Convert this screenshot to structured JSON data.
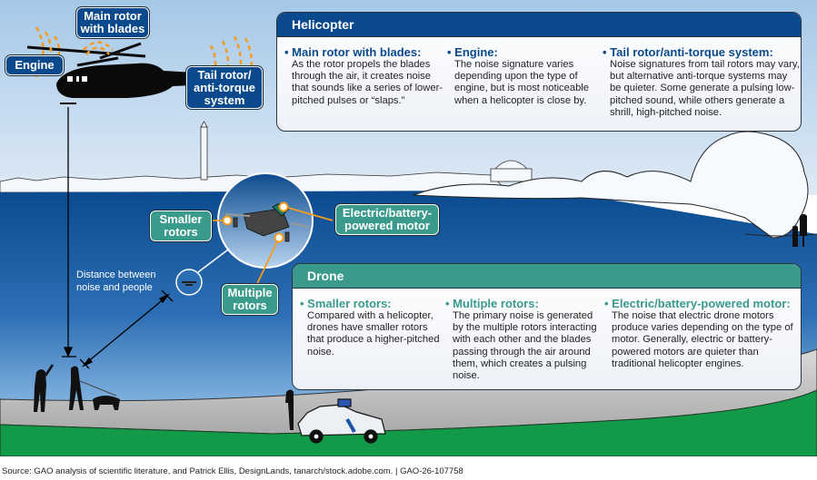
{
  "colors": {
    "helicopter_accent": "#0a4a8c",
    "drone_accent": "#3a9a8c",
    "noise_wave": "#f39c1f",
    "sky_top": "#a9cbea",
    "water": "#0d4f92",
    "ground": "#139a48",
    "path": "#bdbdbd"
  },
  "callouts": {
    "main_rotor": "Main rotor with blades",
    "engine": "Engine",
    "tail_rotor": "Tail rotor/ anti-torque system",
    "smaller_rotors": "Smaller rotors",
    "electric_motor": "Electric/battery- powered motor",
    "multiple_rotors": "Multiple rotors"
  },
  "distance_label": "Distance between noise and people",
  "helicopter_panel": {
    "title": "Helicopter",
    "items": [
      {
        "title": "• Main rotor with blades:",
        "body": "As the rotor propels the blades through the air, it creates noise that sounds like a series of lower-pitched pulses or “slaps.”"
      },
      {
        "title": "• Engine:",
        "body": "The noise signature varies depending upon the type of engine, but is most noticeable when a helicopter is close by."
      },
      {
        "title": "• Tail rotor/anti-torque system:",
        "body": "Noise signatures from tail rotors may vary, but alternative anti-torque systems may be quieter. Some generate a pulsing low-pitched sound, while others generate a shrill, high-pitched noise."
      }
    ]
  },
  "drone_panel": {
    "title": "Drone",
    "items": [
      {
        "title": "• Smaller rotors:",
        "body": "Compared with a helicopter, drones have smaller rotors that produce a higher-pitched noise."
      },
      {
        "title": "• Multiple rotors:",
        "body": "The primary noise is generated by the multiple rotors interacting with each other and the blades passing through the air around them, which creates a pulsing noise."
      },
      {
        "title": "• Electric/battery-powered motor:",
        "body": "The noise that electric drone motors produce varies depending on the type of motor. Generally, electric or battery-powered motors are quieter than traditional helicopter engines."
      }
    ]
  },
  "source": "Source: GAO analysis of scientific literature, and Patrick Ellis, DesignLands, tanarch/stock.adobe.com.  |  GAO-26-107758"
}
